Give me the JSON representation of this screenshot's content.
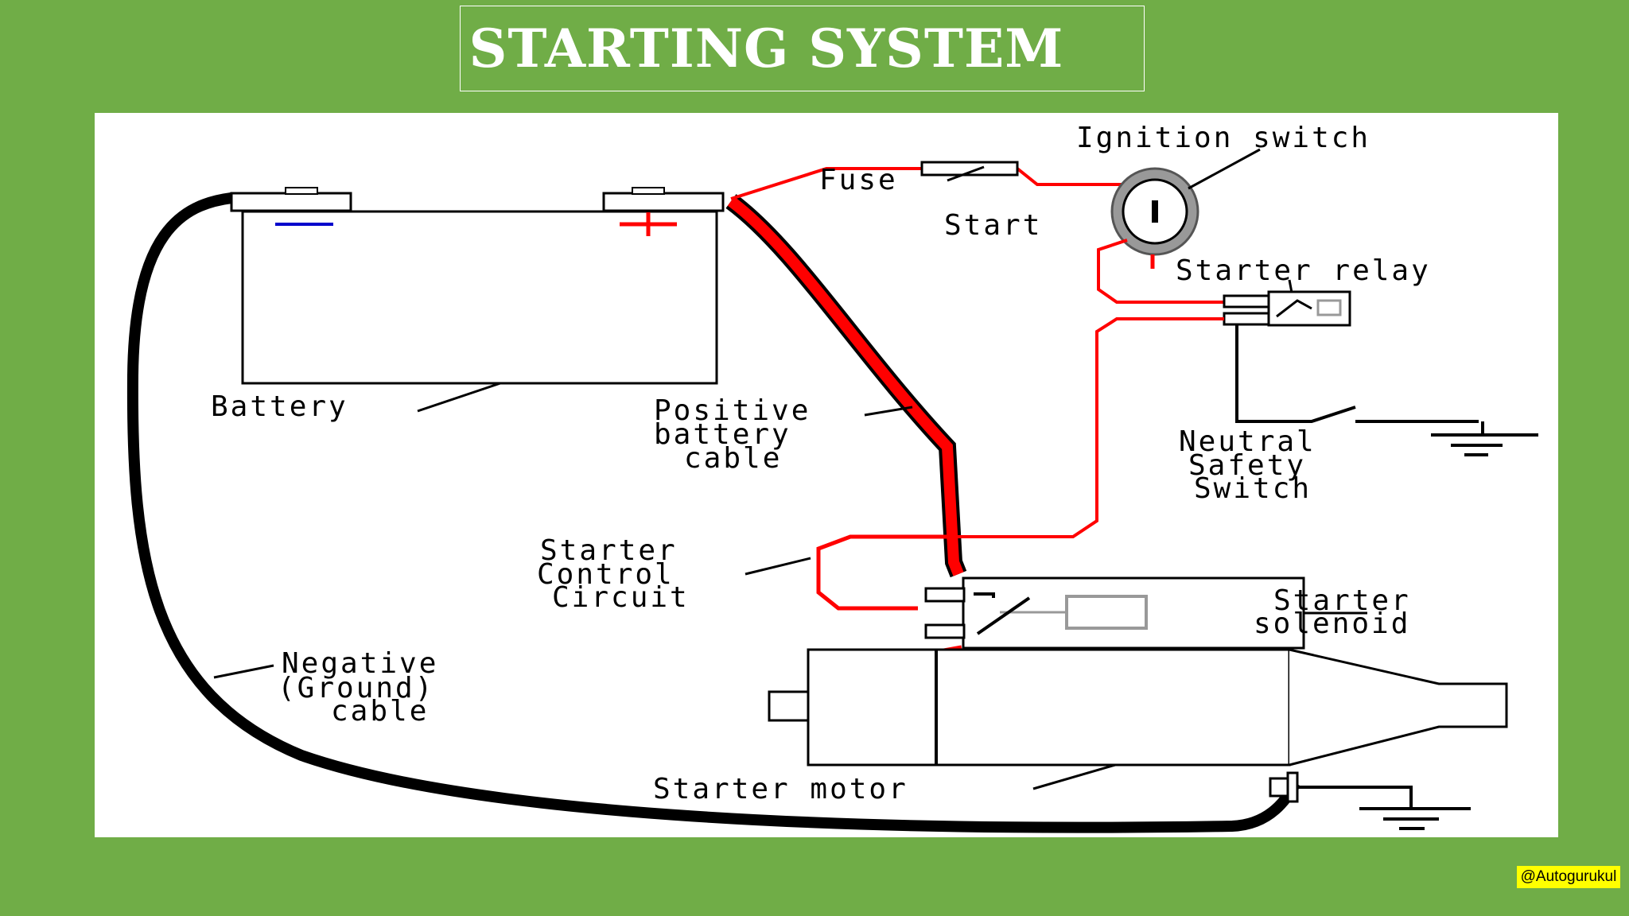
{
  "title": "STARTING SYSTEM",
  "watermark": "@Autogurukul",
  "colors": {
    "background": "#70ad47",
    "panel": "#ffffff",
    "positive_wire": "#ff0000",
    "negative_wire": "#000000",
    "negative_marker": "#0000cc",
    "ignition_ring": "#999999"
  },
  "labels": {
    "ignition_switch": "Ignition switch",
    "fuse": "Fuse",
    "start": "Start",
    "starter_relay": "Starter relay",
    "battery": "Battery",
    "positive_cable": [
      "Positive",
      "battery",
      "cable"
    ],
    "neutral_safety_switch": [
      "Neutral",
      "Safety",
      "Switch"
    ],
    "starter_control_circuit": [
      "Starter",
      "Control",
      "Circuit"
    ],
    "starter_solenoid": [
      "Starter",
      "solenoid"
    ],
    "negative_cable": [
      "Negative",
      "(Ground)",
      "cable"
    ],
    "starter_motor": "Starter motor",
    "battery_minus": "—",
    "battery_plus": "+"
  }
}
